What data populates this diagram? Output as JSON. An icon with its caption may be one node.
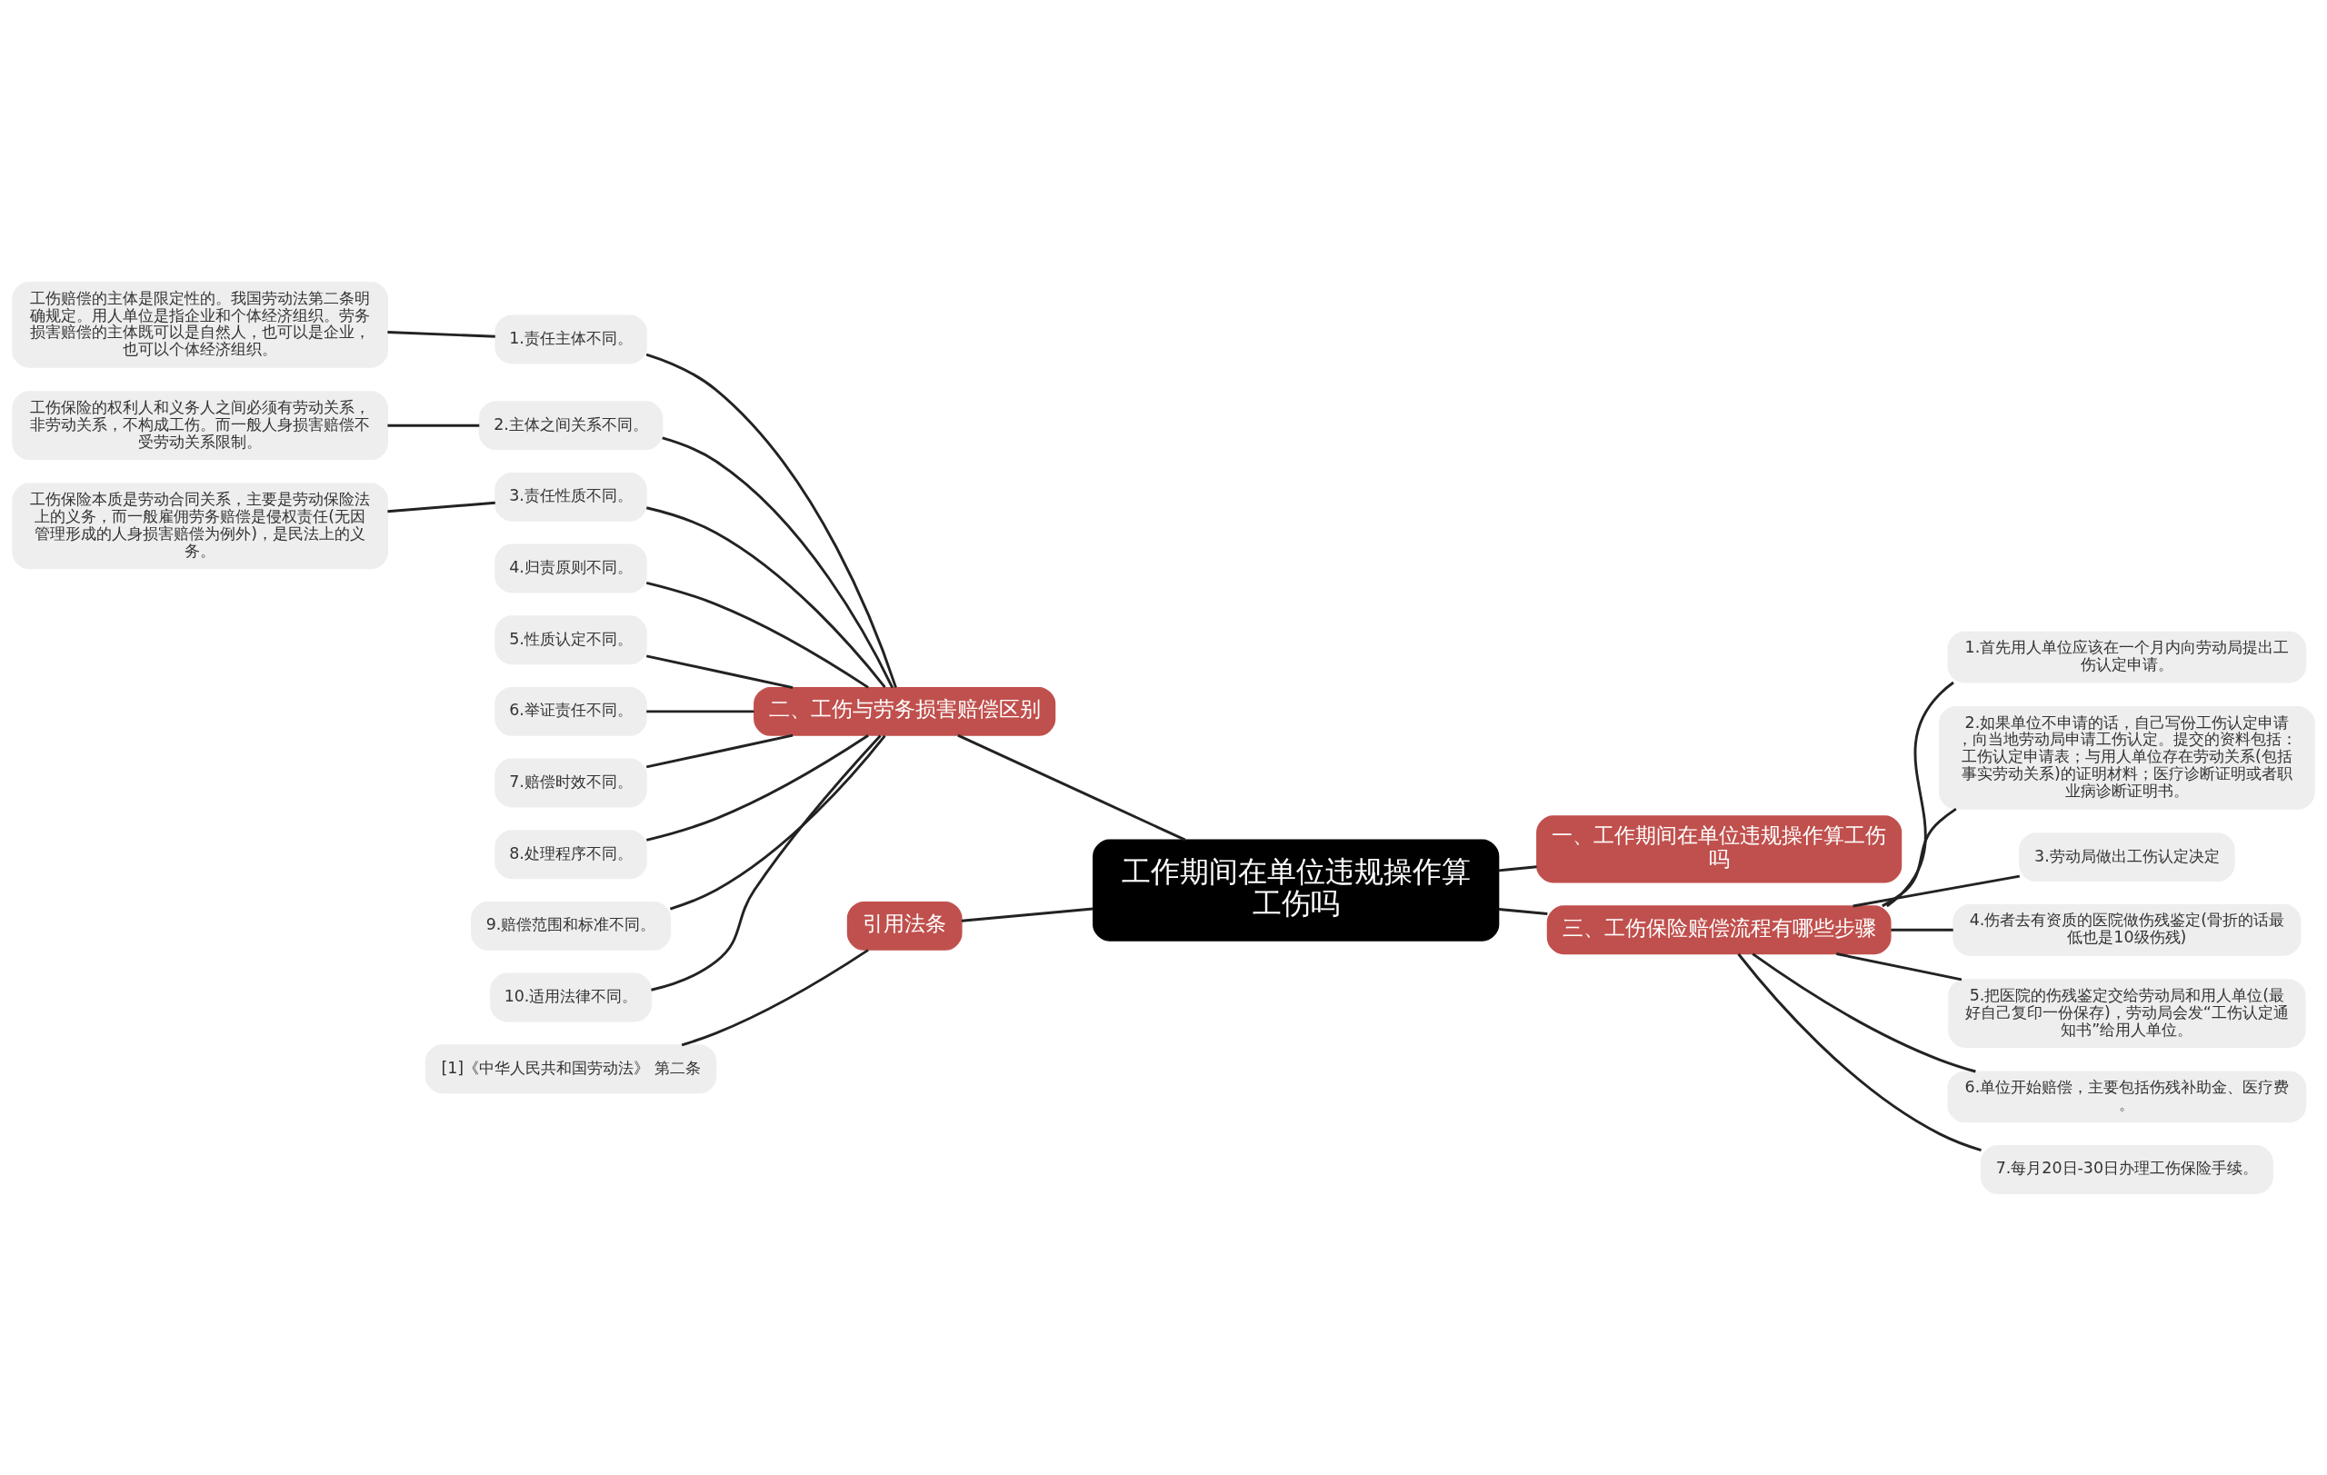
{
  "diagram": {
    "nodes": [
      {
        "text": [
          "工作期间在单位违规操作算工伤吗"
        ]
      },
      {
        "text": [
          "一、工作期间在单位违规操作算工伤吗"
        ]
      },
      {
        "text": [
          "三、工伤保险赔偿流程有哪些步骤"
        ]
      },
      {
        "text": [
          "1.首先用人单位应该在一个月内向劳动局提出工伤认定申请。"
        ]
      },
      {
        "text": [
          "2.如果单位不申请的话，自己写份工伤认定申请，向当地劳动局申请工伤认定。提交的资料包括：工伤认定申请表；与用人单位存在劳动关系(包括事实劳动关系)的证明材料；医疗诊断证明或者职业病诊断证明书。"
        ]
      },
      {
        "text": [
          "3.劳动局做出工伤认定决定"
        ]
      },
      {
        "text": [
          "4.伤者去有资质的医院做伤残鉴定(骨折的话最低也是10级伤残)"
        ]
      },
      {
        "text": [
          "5.把医院的伤残鉴定交给劳动局和用人单位(最好自己复印一份保存)，劳动局会发“工伤认定通知书”给用人单位。"
        ]
      },
      {
        "text": [
          "6.单位开始赔偿，主要包括伤残补助金、医疗费。"
        ]
      },
      {
        "text": [
          "7.每月20日-30日办理工伤保险手续。"
        ]
      },
      {
        "text": [
          "二、工伤与劳务损害赔偿区别"
        ]
      },
      {
        "text": [
          "引用法条"
        ]
      },
      {
        "text": [
          "1.责任主体不同。"
        ]
      },
      {
        "text": [
          "2.主体之间关系不同。"
        ]
      },
      {
        "text": [
          "3.责任性质不同。"
        ]
      },
      {
        "text": [
          "4.归责原则不同。"
        ]
      },
      {
        "text": [
          "5.性质认定不同。"
        ]
      },
      {
        "text": [
          "6.举证责任不同。"
        ]
      },
      {
        "text": [
          "7.赔偿时效不同。"
        ]
      },
      {
        "text": [
          "8.处理程序不同。"
        ]
      },
      {
        "text": [
          "9.赔偿范围和标准不同。"
        ]
      },
      {
        "text": [
          "10.适用法律不同。"
        ]
      },
      {
        "text": [
          "工伤赔偿的主体是限定性的。我国劳动法第二条明确规定。用人单位是指企业和个体经济组织。劳务损害赔偿的主体既可以是自然人，也可以是企业，也可以个体经济组织。"
        ]
      },
      {
        "text": [
          "工伤保险的权利人和义务人之间必须有劳动关系，非劳动关系，不构成工伤。而一般人身损害赔偿不受劳动关系限制。"
        ]
      },
      {
        "text": [
          "工伤保险本质是劳动合同关系，主要是劳动保险法上的义务，而一般雇佣劳务赔偿是侵权责任(无因管理形成的人身损害赔偿为例外)，是民法上的义务。"
        ]
      },
      {
        "text": [
          "[1]《中华人民共和国劳动法》 第二条"
        ]
      }
    ],
    "edges": [
      {
        "from": 0,
        "to": 1,
        "arrow": "none"
      },
      {
        "from": 0,
        "to": 2,
        "arrow": "none"
      },
      {
        "from": 2,
        "to": 3,
        "arrow": "none"
      },
      {
        "from": 2,
        "to": 4,
        "arrow": "none"
      },
      {
        "from": 2,
        "to": 5,
        "arrow": "none"
      },
      {
        "from": 2,
        "to": 6,
        "arrow": "none"
      },
      {
        "from": 2,
        "to": 7,
        "arrow": "none"
      },
      {
        "from": 2,
        "to": 8,
        "arrow": "none"
      },
      {
        "from": 2,
        "to": 9,
        "arrow": "none"
      },
      {
        "from": 0,
        "to": 10,
        "arrow": "none"
      },
      {
        "from": 0,
        "to": 11,
        "arrow": "none"
      },
      {
        "from": 10,
        "to": 12,
        "arrow": "none"
      },
      {
        "from": 10,
        "to": 13,
        "arrow": "none"
      },
      {
        "from": 10,
        "to": 14,
        "arrow": "none"
      },
      {
        "from": 10,
        "to": 15,
        "arrow": "none"
      },
      {
        "from": 10,
        "to": 16,
        "arrow": "none"
      },
      {
        "from": 10,
        "to": 17,
        "arrow": "none"
      },
      {
        "from": 10,
        "to": 18,
        "arrow": "none"
      },
      {
        "from": 10,
        "to": 19,
        "arrow": "none"
      },
      {
        "from": 10,
        "to": 20,
        "arrow": "none"
      },
      {
        "from": 10,
        "to": 21,
        "arrow": "none"
      },
      {
        "from": 12,
        "to": 22,
        "arrow": "none"
      },
      {
        "from": 13,
        "to": 23,
        "arrow": "none"
      },
      {
        "from": 14,
        "to": 24,
        "arrow": "none"
      },
      {
        "from": 11,
        "to": 25,
        "arrow": "none"
      }
    ]
  }
}
